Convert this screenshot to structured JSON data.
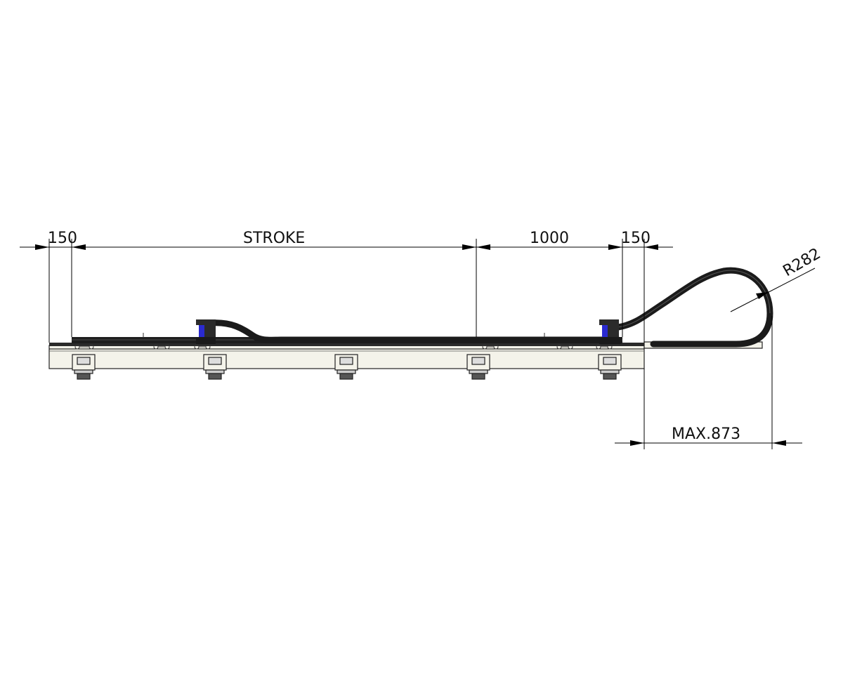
{
  "dimensions": {
    "left_offset": "150",
    "stroke": "STROKE",
    "carriage_length": "1000",
    "right_offset": "150",
    "bend_radius": "R282",
    "overhang": "MAX.873"
  },
  "colors": {
    "line": "#000000",
    "rail_fill": "#f4f3ea",
    "chain": "#1b1b1b",
    "bracket_blue": "#2a2ad0",
    "bracket_dark": "#2b2b2b"
  }
}
